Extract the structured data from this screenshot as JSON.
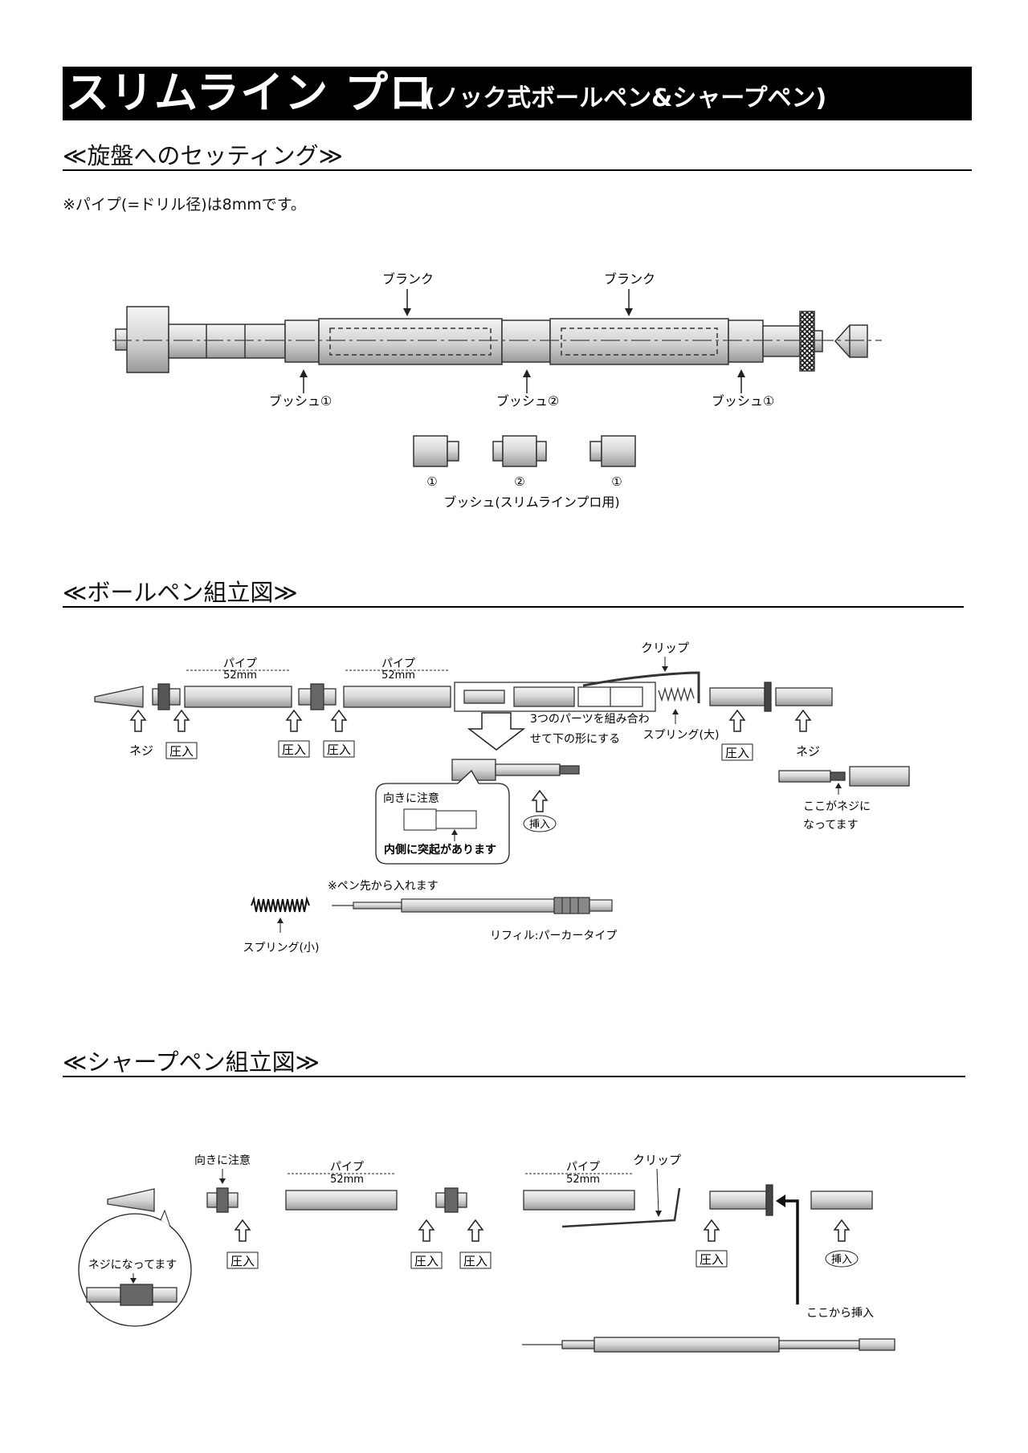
{
  "header": {
    "title": "スリムライン プロ",
    "subtitle": "(ノック式ボールペン&シャープペン)"
  },
  "setting": {
    "heading": "≪旋盤へのセッティング≫",
    "note": "※パイプ(=ドリル径)は8mmです。",
    "blank_label_1": "ブランク",
    "blank_label_2": "ブランク",
    "bush_label_left": "ブッシュ①",
    "bush_label_mid": "ブッシュ②",
    "bush_label_right": "ブッシュ①",
    "bush_num_1": "①",
    "bush_num_2": "②",
    "bush_num_3": "①",
    "bush_caption": "ブッシュ(スリムラインプロ用)"
  },
  "ballpen": {
    "heading": "≪ボールペン組立図≫",
    "pipe_label_1": "パイプ",
    "pipe_length_1": "52mm",
    "pipe_label_2": "パイプ",
    "pipe_length_2": "52mm",
    "clip": "クリップ",
    "neji_left": "ネジ",
    "press_1": "圧入",
    "press_2": "圧入",
    "press_3": "圧入",
    "press_4": "圧入",
    "combine_line1": "3つのパーツを組み合わ",
    "combine_line2": "せて下の形にする",
    "spring_large": "スプリング(大)",
    "neji_right": "ネジ",
    "thread_here_line1": "ここがネジに",
    "thread_here_line2": "なってます",
    "insert": "挿入",
    "orientation_caution": "向きに注意",
    "inner_protrusion": "内側に突起があります",
    "from_tip_note": "※ペン先から入れます",
    "spring_small": "スプリング(小)",
    "refill": "リフィル:パーカータイプ"
  },
  "mechpencil": {
    "heading": "≪シャープペン組立図≫",
    "orientation_caution": "向きに注意",
    "pipe_label_1": "パイプ",
    "pipe_length_1": "52mm",
    "pipe_label_2": "パイプ",
    "pipe_length_2": "52mm",
    "clip": "クリップ",
    "threaded_bubble": "ネジになってます",
    "press_1": "圧入",
    "press_2": "圧入",
    "press_3": "圧入",
    "press_4": "圧入",
    "insert": "挿入",
    "insert_from_here": "ここから挿入"
  }
}
